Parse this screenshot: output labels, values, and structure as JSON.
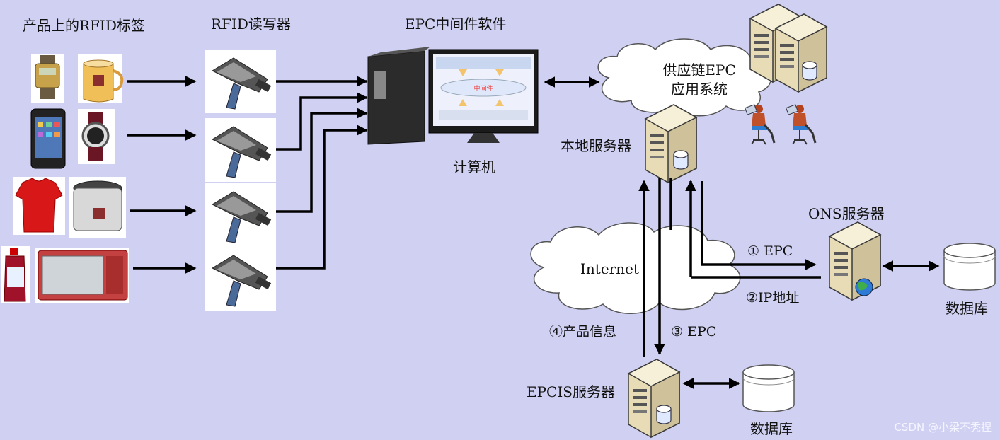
{
  "labels": {
    "tags_title": "产品上的RFID标签",
    "reader_title": "RFID读写器",
    "middleware_title": "EPC中间件软件",
    "computer": "计算机",
    "supply_chain": "供应链EPC\n应用系统",
    "local_server": "本地服务器",
    "ons_server": "ONS服务器",
    "internet": "Internet",
    "epcis_server": "EPCIS服务器",
    "database_ons": "数据库",
    "database_epcis": "数据库",
    "step1": "① EPC",
    "step2": "②IP地址",
    "step3": "③ EPC",
    "step4": "④产品信息"
  },
  "screen_caption": "中间件",
  "watermark": "CSDN @小梁不秃捏",
  "colors": {
    "background": "#cfd0f2",
    "arrow": "#000000",
    "cloud_fill": "#ffffff",
    "server_body": "#f1ead0",
    "db_cylinder": "#ffffff"
  },
  "icons": [
    "watch-icon",
    "mug-icon",
    "smartphone-icon",
    "wristwatch-icon",
    "tshirt-icon",
    "pressure-cooker-icon",
    "juice-bottle-icon",
    "microwave-icon",
    "rfid-reader-icon",
    "desktop-computer-icon",
    "server-icon",
    "database-icon",
    "cloud-icon",
    "office-worker-icon",
    "globe-icon"
  ]
}
